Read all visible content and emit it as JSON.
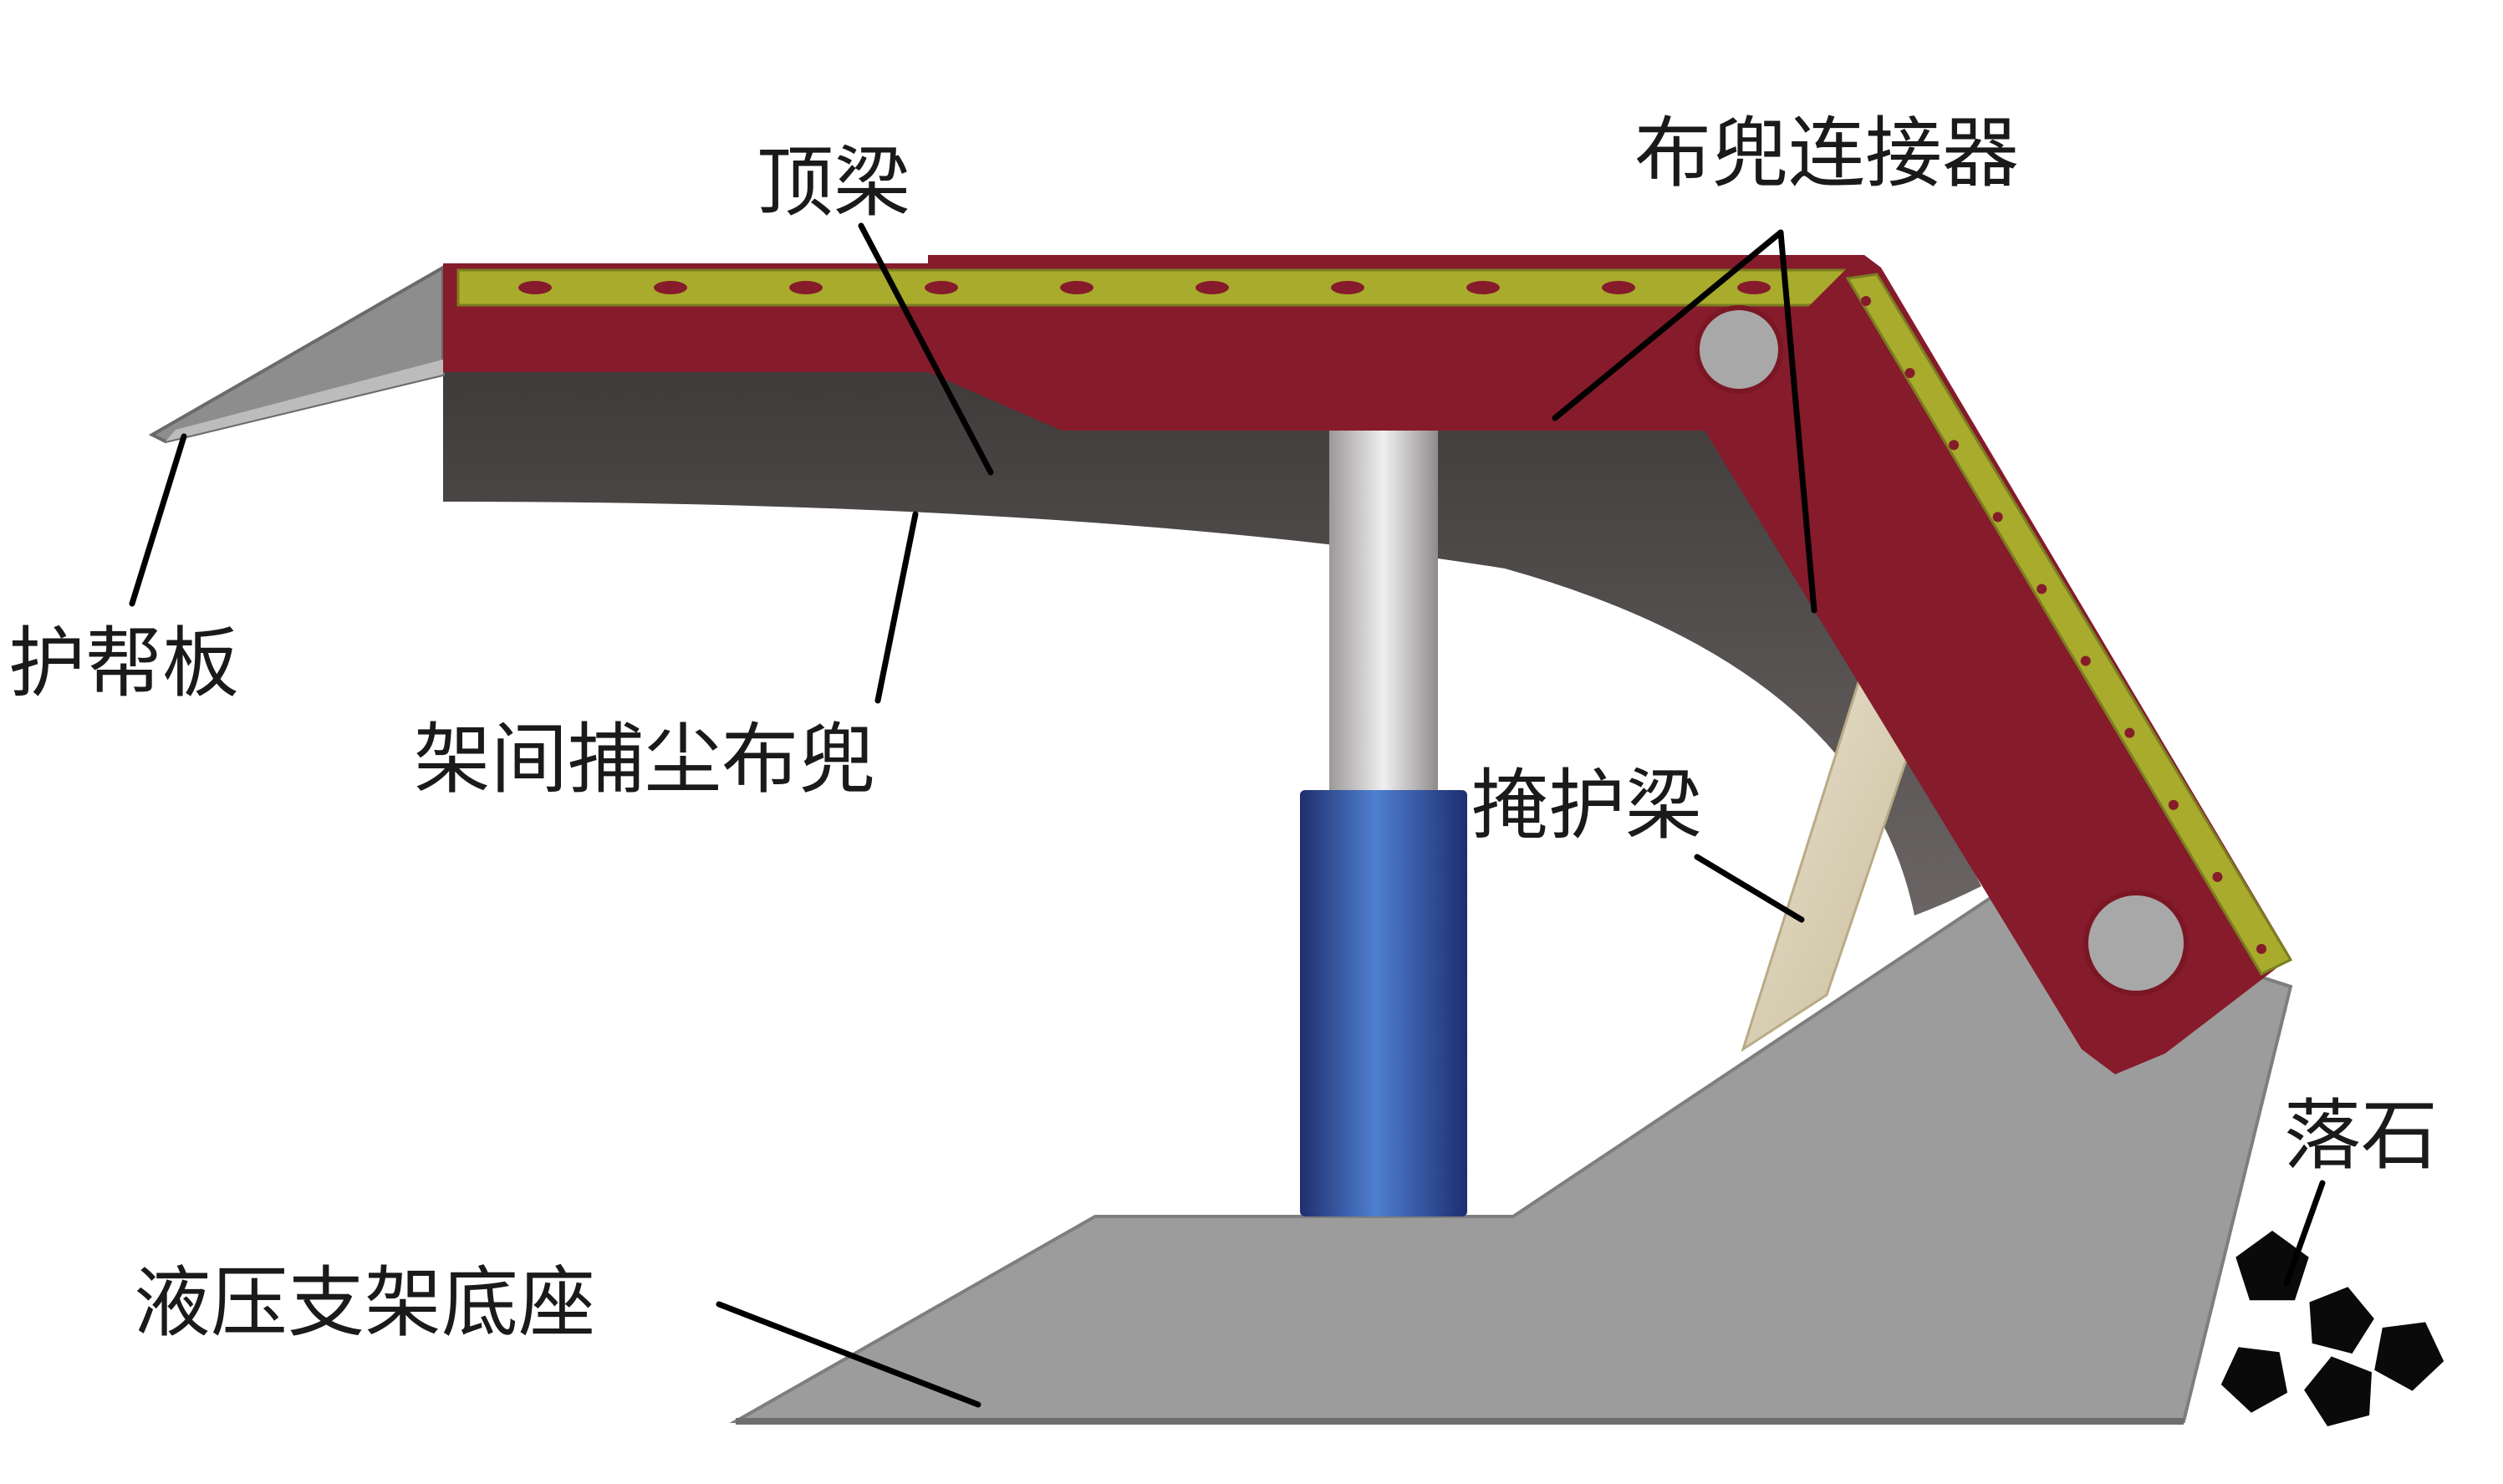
{
  "labels": {
    "top_beam": "顶梁",
    "connector": "布兜连接器",
    "side_guard": "护帮板",
    "dust_bag": "架间捕尘布兜",
    "shield_beam": "掩护梁",
    "base": "液压支架底座",
    "falling_rock": "落石"
  },
  "colors": {
    "beam_red": "#861b2b",
    "strip_yellow": "#a8ab2c",
    "cloth_dark": "#4e4a49",
    "base_gray": "#9d9c9c",
    "cylinder_blue": "#3c63b4",
    "piston_silver": "#d4d2d2",
    "link_beige": "#ddd2b6",
    "rock_black": "#0a0a0a"
  }
}
